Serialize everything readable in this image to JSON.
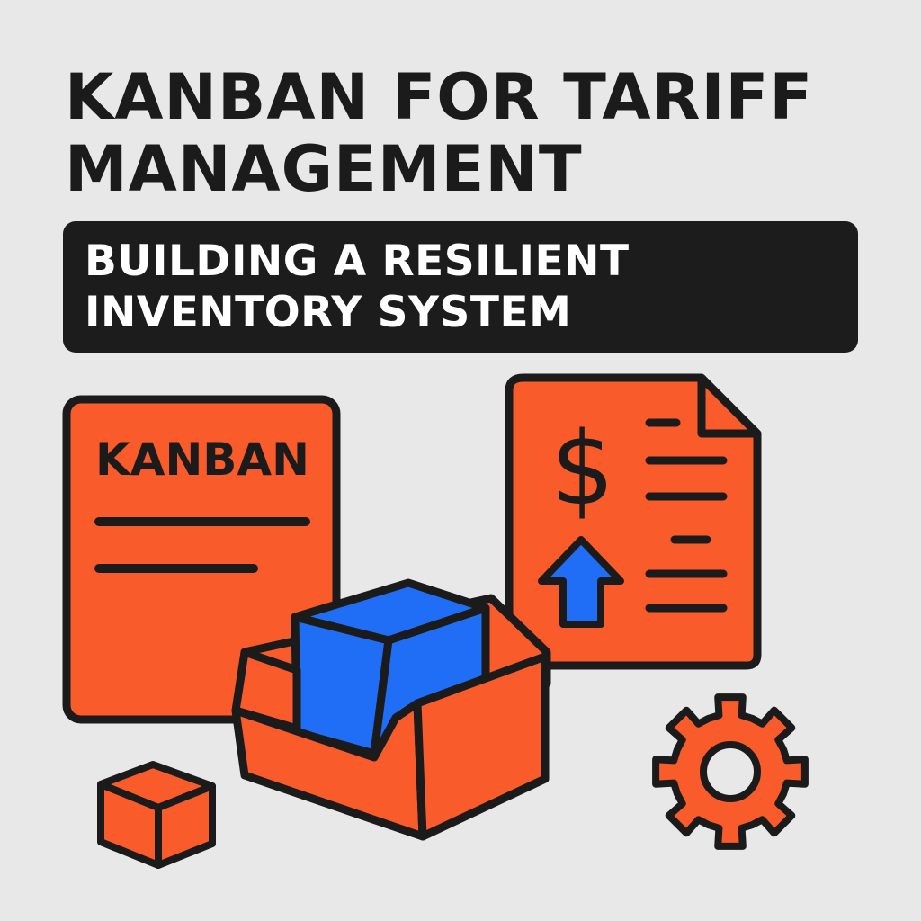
{
  "title": {
    "line1": "KANBAN FOR TARIFF",
    "line2": "MANAGEMENT"
  },
  "subtitle": {
    "line1": "BUILDING A RESILIENT",
    "line2": "INVENTORY SYSTEM"
  },
  "illustration": {
    "kanban_card_label": "KANBAN",
    "tariff_symbol": "$",
    "icons": [
      "kanban-card-icon",
      "tariff-document-icon",
      "dollar-icon",
      "up-arrow-icon",
      "inventory-box-icon",
      "blue-cube-icon",
      "small-box-icon",
      "gear-icon"
    ]
  },
  "colors": {
    "background": "#e8e8e8",
    "accent_orange": "#f95b2a",
    "accent_blue": "#1f6ef5",
    "outline": "#1b1b1b",
    "banner": "#1c1c1c",
    "banner_text": "#ffffff"
  }
}
